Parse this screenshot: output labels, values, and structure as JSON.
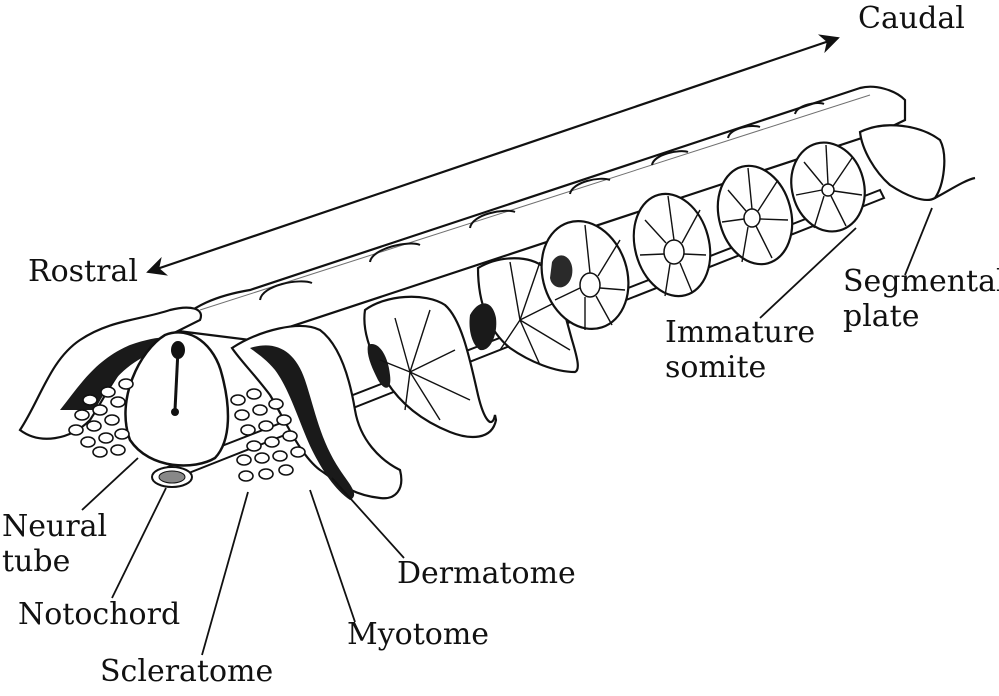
{
  "colors": {
    "ink": "#111111",
    "tissue": "#ffffff",
    "shading": "#1a1a1a"
  },
  "labels": {
    "caudal": "Caudal",
    "rostral": "Rostral",
    "segmental_plate_line1": "Segmental",
    "segmental_plate_line2": "plate",
    "immature_somite_line1": "Immature",
    "immature_somite_line2": "somite",
    "neural_tube_line1": "Neural",
    "neural_tube_line2": "tube",
    "notochord": "Notochord",
    "sclerotome": "Scleratome",
    "myotome": "Myotome",
    "dermatome": "Dermatome"
  },
  "structures": {
    "axis_arrow": "double-headed-arrow",
    "somite_count": 7
  }
}
